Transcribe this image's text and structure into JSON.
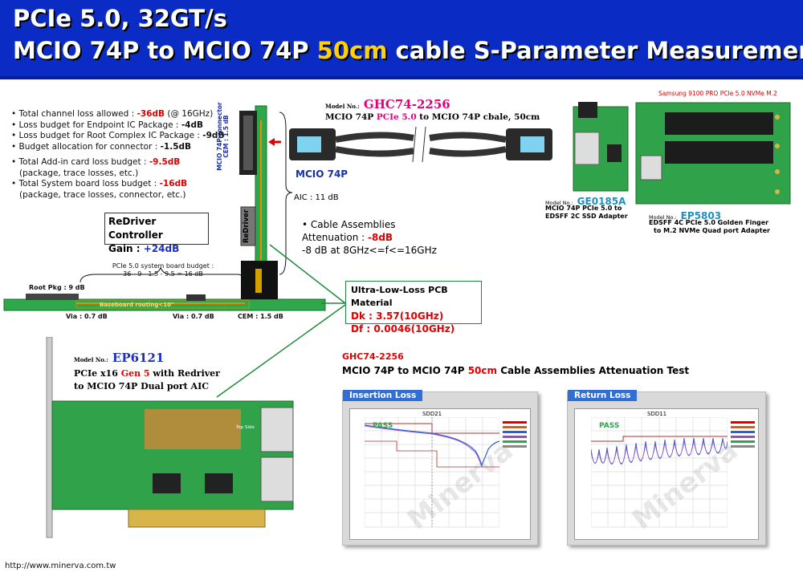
{
  "header": {
    "line1": "PCIe 5.0, 32GT/s",
    "line2_prefix": "MCIO 74P to MCIO 74P ",
    "line2_highlight": "50cm",
    "line2_suffix": " cable S-Parameter Measurements"
  },
  "budget": {
    "l1_prefix": "• Total channel loss allowed : ",
    "l1_value": "-36dB",
    "l1_suffix": " (@ 16GHz)",
    "l2_prefix": "• Loss budget for Endpoint IC Package : ",
    "l2_value": "-4dB",
    "l3_prefix": "• Loss budget for Root Complex IC Package : ",
    "l3_value": "-9dB",
    "l4_prefix": "• Budget allocation for connector : ",
    "l4_value": "-1.5dB",
    "l5_prefix": "• Total Add-in card loss budget : ",
    "l5_value": "-9.5dB",
    "l5_note": "(package, trace losses, etc.)",
    "l6_prefix": "• Total System board loss budget : ",
    "l6_value": "-16dB",
    "l6_note": "(package, trace losses, connector, etc.)"
  },
  "redriver_box": {
    "title": "ReDriver Controller",
    "gain_label": "Gain : ",
    "gain_value": "+24dB"
  },
  "diagram": {
    "mcio_connector": "MCIO 74P connector CEM : 1.5 dB",
    "mcio_label": "MCIO 74P",
    "aic_loss": "AIC : 11 dB",
    "redriver_chip": "ReDriver",
    "sysboard_title": "PCIe 5.0 system board budget :",
    "sysboard_calc": "36 - 9 - 1.5 - 9.5 = 16 dB",
    "root_pkg": "Root Pkg : 9 dB",
    "baseboard_routing": "Baseboard routing<10\"",
    "via1": "Via : 0.7 dB",
    "via2": "Via : 0.7 dB",
    "cem": "CEM : 1.5 dB"
  },
  "cable_text": {
    "l1": "• Cable Assemblies",
    "l2_prefix": "Attenuation : ",
    "l2_value": "-8dB",
    "l3": "-8 dB at 8GHz<=f<=16GHz"
  },
  "pcb_box": {
    "title": "Ultra-Low-Loss PCB Material",
    "dk": "Dk : 3.57(10GHz)",
    "df": "Df  : 0.0046(10GHz)"
  },
  "products": {
    "cable": {
      "model_label": "Model No.:",
      "model": "GHC74-2256",
      "desc_a": "MCIO 74P ",
      "desc_b": "PCIe 5.0",
      "desc_c": " to MCIO 74P cbale, 50cm"
    },
    "adapter1": {
      "model_label": "Model No.:",
      "model": "GE0185A",
      "desc1": "MCIO 74P PCIe 5.0 to",
      "desc2": "EDSFF 2C SSD Adapter"
    },
    "adapter2": {
      "top_label": "Samsung 9100 PRO PCIe 5.0 NVMe M.2",
      "model_label": "Model No.:",
      "model": "EP5803",
      "desc1": "EDSFF 4C PCIe 5.0 Golden Finger",
      "desc2": "to M.2 NVMe Quad port Adapter"
    },
    "aic": {
      "model_label": "Model No.:",
      "model": "EP6121",
      "desc1_a": "PCIe x16 ",
      "desc1_b": "Gen 5",
      "desc1_c": " with Redriver",
      "desc2": "to MCIO 74P Dual port AIC",
      "board_label": "Top Side"
    }
  },
  "test": {
    "model": "GHC74-2256",
    "title_a": "MCIO 74P to MCIO 74P ",
    "title_b": "50cm",
    "title_c": " Cable Assemblies Attenuation Test",
    "insertion": {
      "tab": "Insertion Loss",
      "plot_title": "SDD21",
      "pass": "PASS",
      "watermark": "Minerva"
    },
    "return": {
      "tab": "Return Loss",
      "plot_title": "SDD11",
      "pass": "PASS",
      "watermark": "Minerva"
    }
  },
  "footer": {
    "url": "http://www.minerva.com.tw"
  },
  "colors": {
    "header_bg": "#0a2cc4",
    "highlight": "#ffd200",
    "red": "#e00000",
    "pcb_green": "#1d8a3a",
    "panel_tab": "#2f6fd6"
  }
}
